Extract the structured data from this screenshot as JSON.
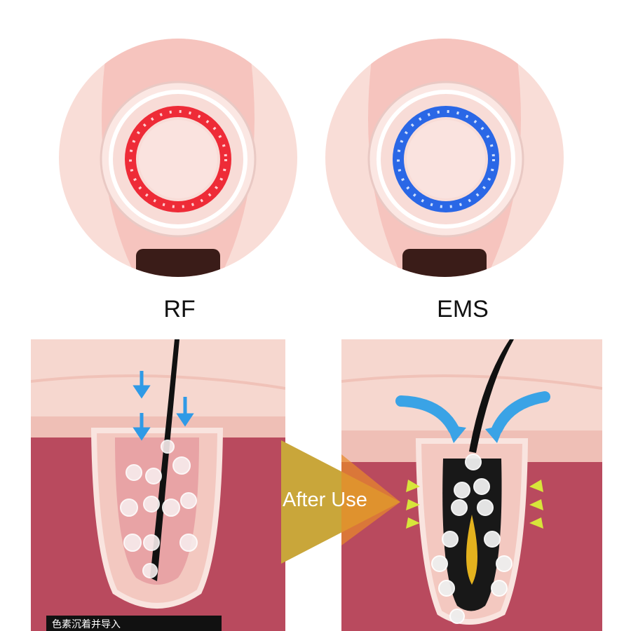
{
  "modes": [
    {
      "label": "RF",
      "ring_color": "#ee2b37"
    },
    {
      "label": "EMS",
      "ring_color": "#2a67e6"
    }
  ],
  "transition": {
    "label": "After Use",
    "arrow_color": "#c9a63a"
  },
  "before_caption": "色素沉着并导入",
  "colors": {
    "device_pink": "#f7c9c3",
    "skin": "#f3c8c0",
    "dermis": "#b94a5e",
    "arrow_blue": "#3aa3e6",
    "arrow_yellow": "#d7e53a"
  }
}
